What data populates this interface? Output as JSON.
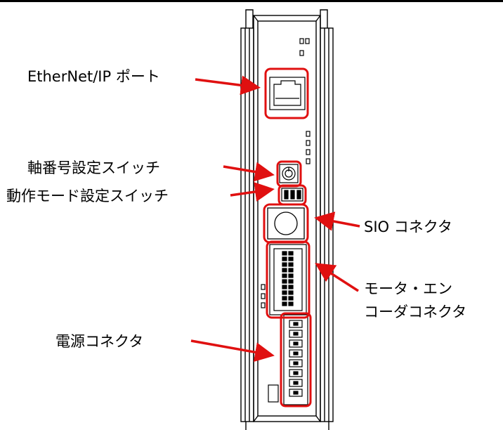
{
  "labels": {
    "ethernet_port": "EtherNet/IP ポート",
    "axis_number_switch": "軸番号設定スイッチ",
    "operation_mode_switch": "動作モード設定スイッチ",
    "sio_connector": "SIO コネクタ",
    "motor_encoder_connector_line1": "モータ・エン",
    "motor_encoder_connector_line2": "コーダコネクタ",
    "power_connector": "電源コネクタ"
  },
  "colors": {
    "callout": "#e01010",
    "outline": "#000000",
    "background": "#ffffff"
  }
}
